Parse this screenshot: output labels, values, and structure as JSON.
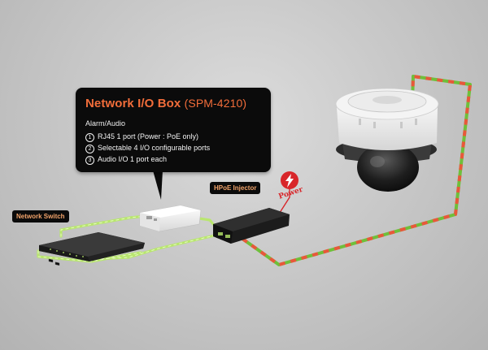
{
  "callout": {
    "title": "Network I/O Box",
    "model": "(SPM-4210)",
    "subtitle": "Alarm/Audio",
    "items": [
      {
        "num": "1",
        "text": "RJ45 1 port (Power : PoE only)"
      },
      {
        "num": "2",
        "text": "Selectable 4 I/O configurable ports"
      },
      {
        "num": "3",
        "text": "Audio I/O 1 port each"
      }
    ]
  },
  "labels": {
    "network_switch": "Network Switch",
    "hpoe_injector": "HPoE Injector",
    "power": "Power"
  },
  "icons": {
    "power": "lightning-bolt-icon",
    "camera": "dome-camera-icon",
    "io_box": "network-io-box-icon",
    "switch": "network-switch-icon",
    "injector": "hpoe-injector-icon"
  },
  "colors": {
    "accent_orange": "#f26d3a",
    "tag_text": "#f2a36a",
    "power_red": "#d8262a",
    "data_cable_green": "#b8e86a",
    "poe_cable_red": "#e8583a"
  }
}
